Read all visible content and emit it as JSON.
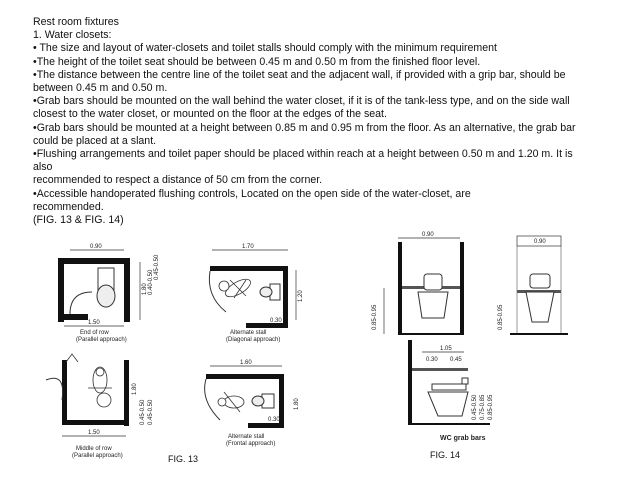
{
  "document": {
    "lines": [
      " Rest room fixtures",
      "1.  Water closets:",
      "•   The size and layout of water-closets and toilet stalls should comply with the minimum requirement",
      "•The height of the toilet seat should be between 0.45 m and 0.50 m from the finished floor level.",
      "•The distance between the centre line of the toilet seat and the adjacent wall, if provided with a grip bar, should be",
      "between 0.45 m and 0.50 m.",
      "•Grab bars should be mounted on the wall behind the water closet, if it is of the tank-less type, and on the side wall",
      "closest to the water closet, or mounted on the floor at the edges of the seat.",
      "•Grab bars should be mounted at a height between 0.85 m and 0.95 m from the floor. As an alternative, the grab bar",
      "could be placed at a slant.",
      "•Flushing arrangements and toilet paper should be placed within reach at a height between 0.50 m and 1.20 m. It is",
      "also",
      "recommended to respect a distance of 50 cm from the corner.",
      "•Accessible handoperated flushing controls, Located on the open side of the water-closet, are",
      "recommended.",
      "(FIG. 13 & FIG. 14)"
    ]
  },
  "fig13": {
    "caption": "FIG. 13",
    "panels": {
      "end_row": {
        "title": "End of row",
        "subtitle": "(Parallel approach)",
        "dims": [
          "0.90",
          "1.50",
          "1.80",
          "0.40-0.50",
          "0.45-0.50"
        ]
      },
      "alt_diagonal": {
        "title": "Alternate stall",
        "subtitle": "(Diagonal approach)",
        "dims": [
          "1.70",
          "1.20",
          "0.30"
        ]
      },
      "middle_row": {
        "title": "Middle of row",
        "subtitle": "(Parallel approach)",
        "dims": [
          "1.50",
          "1.80",
          "0.45-0.50",
          "0.45-0.50"
        ]
      },
      "alt_frontal": {
        "title": "Alternate stall",
        "subtitle": "(Frontal approach)",
        "dims": [
          "1.60",
          "1.80",
          "0.30"
        ]
      }
    }
  },
  "fig14": {
    "caption": "FIG. 14",
    "dims_left": [
      "0.90",
      "0.85-0.95"
    ],
    "dims_right": [
      "0.90",
      "0.85-0.95"
    ],
    "grab_bars": {
      "title": "WC grab bars",
      "dims": [
        "1.05",
        "0.30",
        "0.45",
        "0.45-0.50",
        "0.75-0.85",
        "0.85-0.95"
      ]
    }
  }
}
